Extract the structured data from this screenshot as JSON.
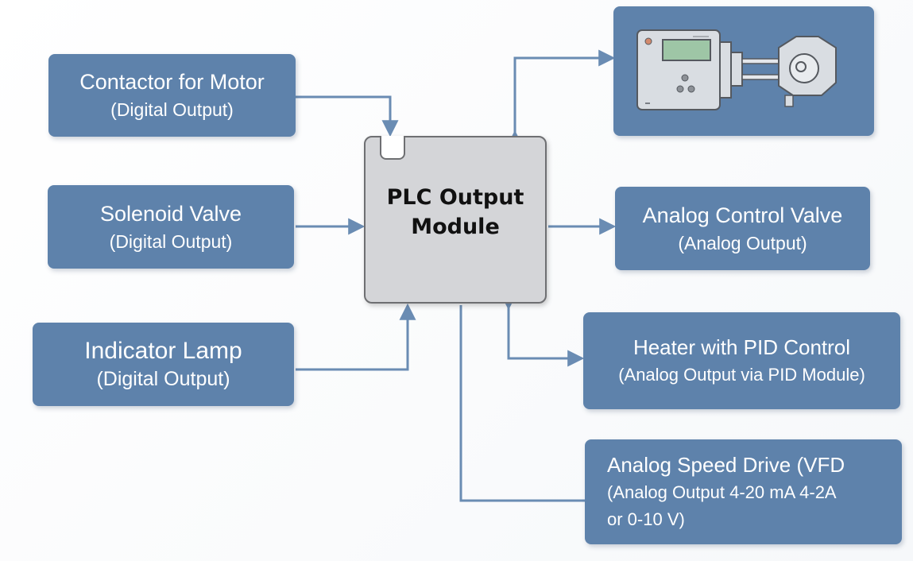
{
  "diagram": {
    "central_module": {
      "line1": "PLC Output",
      "line2": "Module"
    },
    "digital_outputs": [
      {
        "title": "Contactor for Motor",
        "subtitle": "(Digital Output)"
      },
      {
        "title": "Solenoid Valve",
        "subtitle": "(Digital Output)"
      },
      {
        "title": "Indicator Lamp",
        "subtitle": "(Digital Output)"
      }
    ],
    "analog_outputs": [
      {
        "title": "Analog Control Valve",
        "subtitle": "(Analog Output)"
      },
      {
        "title": "Heater with PID Control",
        "subtitle": "(Analog Output via PID Module)"
      },
      {
        "title": "Analog Speed Drive (VFD",
        "subtitle": "(Analog Output 4-20 mA 4-2A",
        "subtitle2": "or 0-10 V)"
      }
    ],
    "device_illustration": {
      "icon": "controller-and-actuator-illustration"
    }
  },
  "colors": {
    "box_fill": "#5e82ab",
    "connector": "#6a8cb3",
    "module_fill": "#d4d5d8",
    "module_border": "#6e6f72",
    "text_light": "#ffffff",
    "text_dark": "#111111"
  }
}
